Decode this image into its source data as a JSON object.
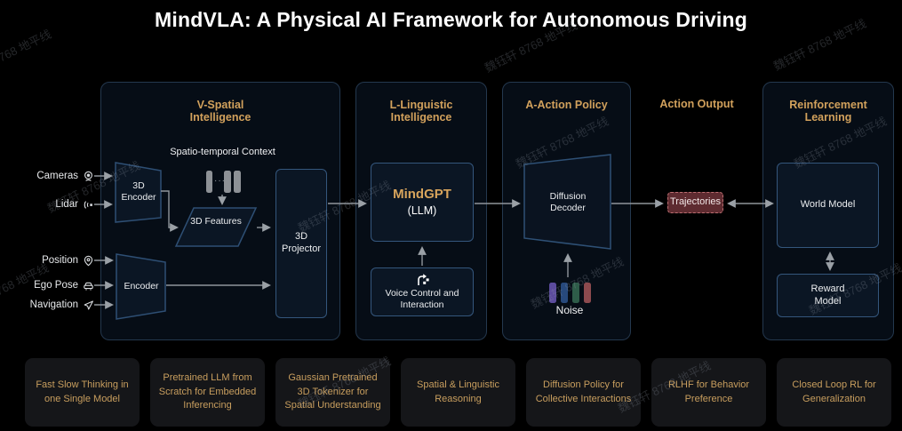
{
  "title": "MindVLA: A Physical AI Framework for Autonomous Driving",
  "watermark_text": "魏钰轩 8768 地平线",
  "colors": {
    "accent_gold": "#d2a15c",
    "panel_border": "#24384e",
    "node_border": "#34567c",
    "arrow_gray": "#9aa0a6",
    "trajectories_bg": "#5e2b30",
    "trajectories_border": "#bb6f72",
    "noise_bar_colors": [
      "#5b4b9d",
      "#27497c",
      "#2e5c49",
      "#8c4a4e"
    ]
  },
  "inputs": [
    {
      "label": "Cameras",
      "icon": "camera-icon"
    },
    {
      "label": "Lidar",
      "icon": "lidar-icon"
    },
    {
      "label": "Position",
      "icon": "position-pin-icon"
    },
    {
      "label": "Ego Pose",
      "icon": "car-icon"
    },
    {
      "label": "Navigation",
      "icon": "navigation-icon"
    }
  ],
  "panels": {
    "spatial": {
      "title": "V-Spatial Intelligence",
      "context_label": "Spatio-temporal Context",
      "encoder_3d": "3D Encoder",
      "features_3d": "3D Features",
      "projector_3d": "3D Projector",
      "encoder": "Encoder"
    },
    "linguistic": {
      "title": "L-Linguistic Intelligence",
      "mindgpt": "MindGPT",
      "mindgpt_sub": "(LLM)",
      "voice_box": "Voice Control and Interaction"
    },
    "action": {
      "title": "A-Action Policy",
      "decoder": "Diffusion Decoder",
      "noise_label": "Noise"
    },
    "output": {
      "title": "Action Output",
      "trajectories": "Trajectories"
    },
    "rl": {
      "title": "Reinforcement Learning",
      "world_model": "World Model",
      "reward_model": "Reward Model"
    }
  },
  "footer": [
    "Fast Slow Thinking in one Single Model",
    "Pretrained LLM from Scratch for Embedded Inferencing",
    "Gaussian Pretrained 3D Tokenizer for Spatial Understanding",
    "Spatial & Linguistic Reasoning",
    "Diffusion Policy for Collective Interactions",
    "RLHF for Behavior Preference",
    "Closed Loop RL for Generalization"
  ]
}
